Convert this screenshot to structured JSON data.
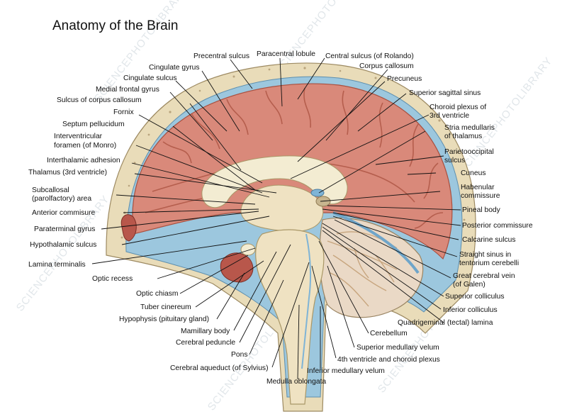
{
  "title": "Anatomy of the Brain",
  "watermark": "SCIENCEPHOTOLIBRARY",
  "colors": {
    "cortex": "#d9897a",
    "cortex_dark": "#b8574b",
    "bone": "#e9dcb9",
    "csf": "#9cc7de",
    "white_matter": "#f3ecd2",
    "cerebellum": "#ead9c6"
  },
  "labels": {
    "precentral_sulcus": "Precentral sulcus",
    "paracentral_lobule": "Paracentral lobule",
    "central_sulcus": "Central sulcus (of Rolando)",
    "cingulate_gyrus": "Cingulate gyrus",
    "corpus_callosum": "Corpus callosum",
    "cingulate_sulcus": "Cingulate sulcus",
    "precuneus": "Precuneus",
    "medial_frontal_gyrus": "Medial frontal gyrus",
    "superior_sagittal_sinus": "Superior sagittal sinus",
    "sulcus_corpus_callosum": "Sulcus of corpus callosum",
    "choroid_plexus_1": "Choroid plexus of",
    "choroid_plexus_2": "3rd ventricle",
    "fornix": "Fornix",
    "stria_medullaris_1": "Stria medullaris",
    "stria_medullaris_2": "of thalamus",
    "septum_pellucidum": "Septum pellucidum",
    "interventricular_1": "Interventricular",
    "interventricular_2": "foramen (of Monro)",
    "parietooccipital_1": "Parietooccipital",
    "parietooccipital_2": "sulcus",
    "interthalamic_adhesion": "Interthalamic adhesion",
    "cuneus": "Cuneus",
    "thalamus": "Thalamus (3rd ventricle)",
    "habenular_1": "Habenular",
    "habenular_2": "commissure",
    "subcallosal_1": "Subcallosal",
    "subcallosal_2": "(parolfactory) area",
    "pineal_body": "Pineal body",
    "anterior_commisure": "Anterior commisure",
    "posterior_commissure": "Posterior commissure",
    "paraterminal_gyrus": "Paraterminal gyrus",
    "calcarine_sulcus": "Calcarine sulcus",
    "hypothalamic_sulcus": "Hypothalamic sulcus",
    "straight_sinus_1": "Straight sinus in",
    "straight_sinus_2": "tentorium cerebelli",
    "lamina_terminalis": "Lamina terminalis",
    "great_cerebral_vein_1": "Great cerebral vein",
    "great_cerebral_vein_2": "(of Galen)",
    "optic_recess": "Optic recess",
    "superior_colliculus": "Superior colliculus",
    "optic_chiasm": "Optic chiasm",
    "inferior_colliculus": "Inferior colliculus",
    "tuber_cinereum": "Tuber cinereum",
    "quadrigeminal_lamina": "Quadrigeminal (tectal) lamina",
    "hypophysis": "Hypophysis (pituitary gland)",
    "mamillary_body": "Mamillary body",
    "cerebellum": "Cerebellum",
    "cerebral_peduncle": "Cerebral peduncle",
    "superior_medullary_velum": "Superior medullary velum",
    "pons": "Pons",
    "fourth_ventricle": "4th ventricle and choroid plexus",
    "cerebral_aqueduct": "Cerebral aqueduct (of Sylvius)",
    "inferior_medullary_velum": "Inferior medullary velum",
    "medulla_oblongata": "Medulla oblongata"
  }
}
